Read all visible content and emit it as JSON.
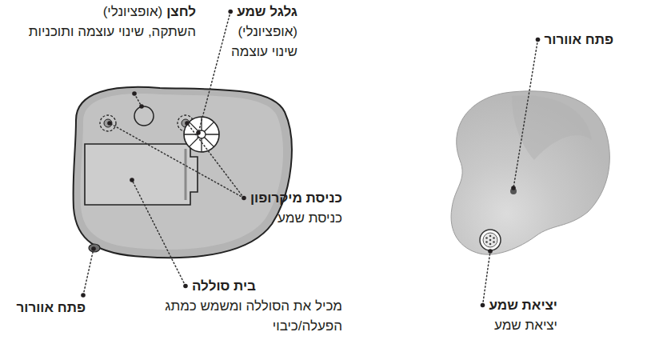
{
  "diagram": {
    "labels": [
      "לחצן",
      "(אופציונלי)",
      "השתקה, שינוי עוצמה ותוכניות",
      "גלגל שמע",
      "(אופציונלי)",
      "שינוי עוצמה",
      "פתח אוורור",
      "כניסת מיקרופון",
      "כניסת שמע",
      "בית סוללה",
      "מכיל את הסוללה ומשמש כמתג הפעלה/כיבוי",
      "פתח אוורור",
      "יציאת שמע",
      "יציאת שמע"
    ]
  }
}
